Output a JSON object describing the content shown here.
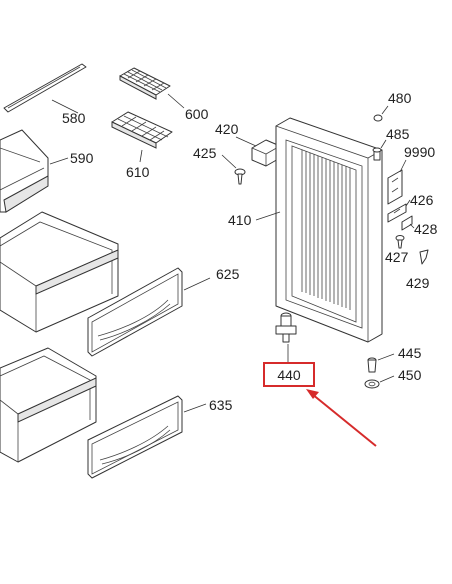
{
  "diagram": {
    "parts": [
      {
        "id": "p580",
        "label": "580"
      },
      {
        "id": "p600",
        "label": "600"
      },
      {
        "id": "p590",
        "label": "590"
      },
      {
        "id": "p610",
        "label": "610"
      },
      {
        "id": "p420",
        "label": "420"
      },
      {
        "id": "p425",
        "label": "425"
      },
      {
        "id": "p480",
        "label": "480"
      },
      {
        "id": "p485",
        "label": "485"
      },
      {
        "id": "p9990",
        "label": "9990"
      },
      {
        "id": "p426",
        "label": "426"
      },
      {
        "id": "p428",
        "label": "428"
      },
      {
        "id": "p410",
        "label": "410"
      },
      {
        "id": "p427",
        "label": "427"
      },
      {
        "id": "p429",
        "label": "429"
      },
      {
        "id": "p625",
        "label": "625"
      },
      {
        "id": "p445",
        "label": "445"
      },
      {
        "id": "p450",
        "label": "450"
      },
      {
        "id": "p635",
        "label": "635"
      }
    ],
    "highlight": {
      "label": "440",
      "color": "#d62b2b"
    }
  }
}
